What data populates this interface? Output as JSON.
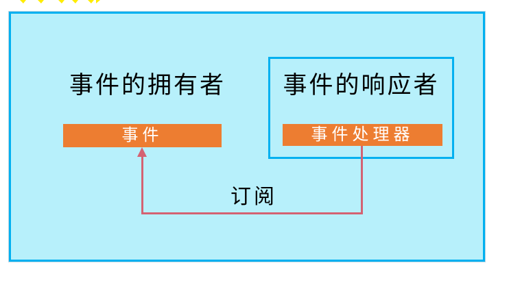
{
  "diagram": {
    "owner_title": "事件的拥有者",
    "responder_title": "事件的响应者",
    "event_label": "事件",
    "handler_label": "事件处理器",
    "arrow_label": "订阅"
  },
  "icons": {
    "top_marks": "yellow-star-tips"
  },
  "colors": {
    "bg": "#b7f0fb",
    "border": "#00b0f0",
    "orange": "#ed7d31",
    "arrow": "#d46272",
    "mark": "#ffec00",
    "text": "#000000",
    "boxText": "#ffffff"
  }
}
